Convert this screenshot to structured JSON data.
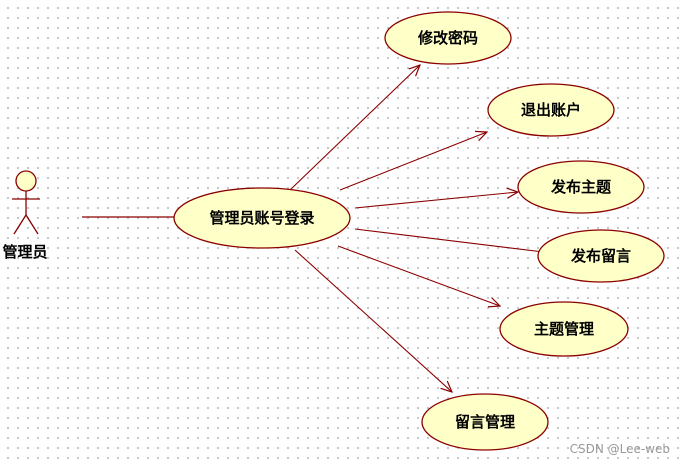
{
  "diagram": {
    "type": "use-case",
    "actor": {
      "label": "管理员"
    },
    "main_use_case": {
      "label": "管理员账号登录"
    },
    "use_cases": [
      {
        "label": "修改密码"
      },
      {
        "label": "退出账户"
      },
      {
        "label": "发布主题"
      },
      {
        "label": "发布留言"
      },
      {
        "label": "主题管理"
      },
      {
        "label": "留言管理"
      }
    ]
  },
  "colors": {
    "ellipse_fill": "#FFFFC8",
    "ellipse_stroke": "#8B0000",
    "line": "#8B0000",
    "actor_stroke": "#8B0000",
    "actor_head_fill": "#FFFFC8",
    "grid_dot": "#B9B9B9"
  },
  "watermark": "CSDN @Lee-web"
}
